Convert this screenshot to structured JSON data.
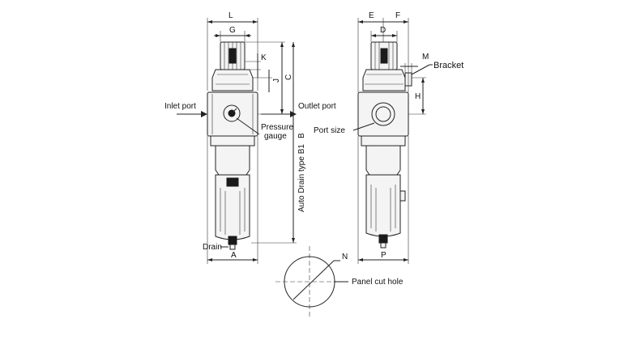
{
  "labels": {
    "inlet_port": "Inlet port",
    "outlet_port": "Outlet port",
    "pressure_gauge_1": "Pressure",
    "pressure_gauge_2": "gauge",
    "port_size": "Port size",
    "bracket": "Bracket",
    "auto_drain": "Auto Drain type B1",
    "drain": "Drain",
    "panel_cut_hole": "Panel cut hole"
  },
  "dimensions": {
    "L": "L",
    "G": "G",
    "K": "K",
    "C": "C",
    "J": "J",
    "B": "B",
    "A": "A",
    "E": "E",
    "F": "F",
    "D": "D",
    "M": "M",
    "H": "H",
    "P": "P",
    "N": "N"
  }
}
